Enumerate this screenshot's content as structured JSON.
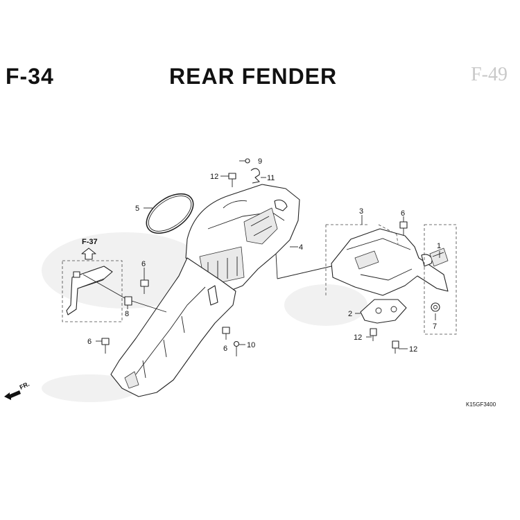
{
  "header": {
    "section_code": "F-34",
    "title": "REAR FENDER",
    "stamp": "F-49"
  },
  "reference": {
    "label": "F-37",
    "direction_label": "FR.",
    "drawing_code": "K15GF3400"
  },
  "callouts": {
    "p1": "1",
    "p2": "2",
    "p3": "3",
    "p4": "4",
    "p5": "5",
    "p6a": "6",
    "p6b": "6",
    "p6c": "6",
    "p6d": "6",
    "p7": "7",
    "p8": "8",
    "p9": "9",
    "p10": "10",
    "p11": "11",
    "p12a": "12",
    "p12b": "12",
    "p12c": "12"
  }
}
